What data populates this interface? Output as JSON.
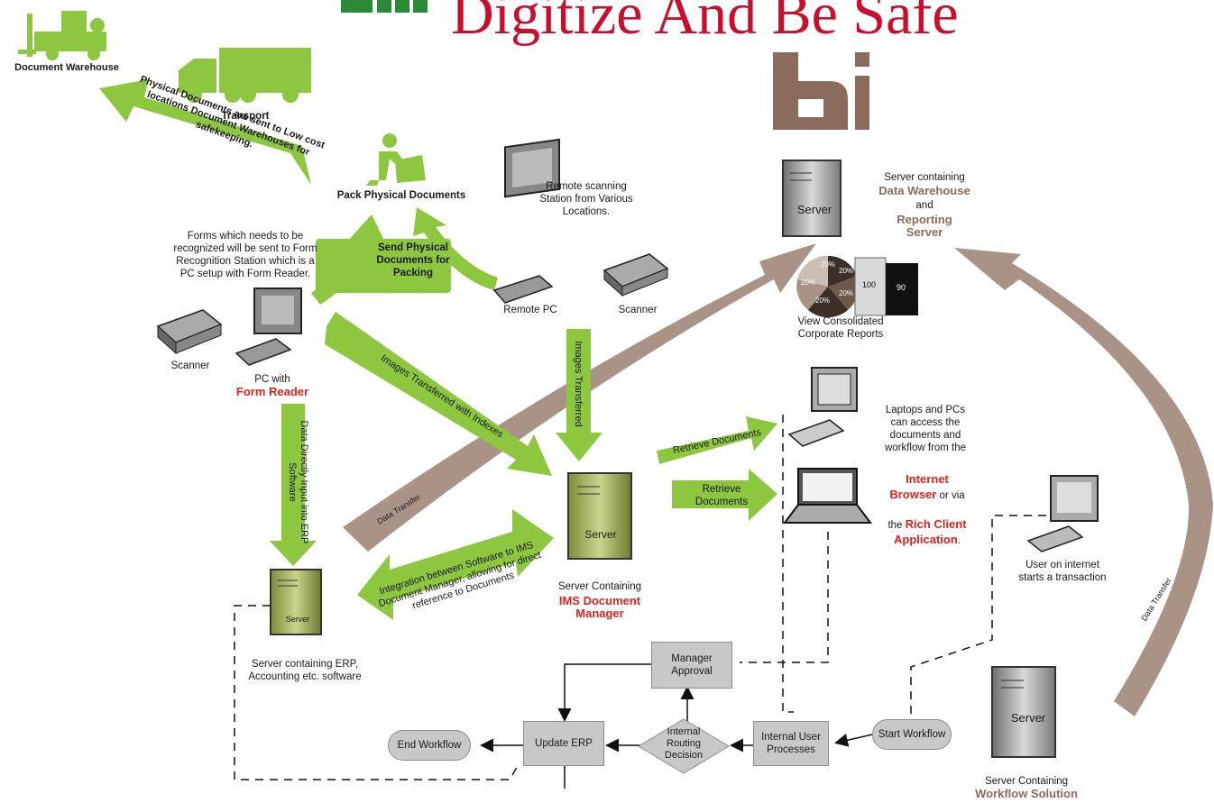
{
  "header": {
    "tagline": "Digitize And Be Safe",
    "brand_mark": "bi"
  },
  "colors": {
    "green_arrow": "#8dc63f",
    "brown_arrow": "#a89386",
    "brand_red": "#c8102e",
    "accent_red": "#e0231d",
    "logo_brown": "#8b6b5b"
  },
  "nodes": {
    "document_warehouse": "Document Warehouse",
    "transport": "Transport",
    "pack_documents": "Pack Physical Documents",
    "remote_station": "Remote scanning\nStation from Various\nLocations.",
    "remote_pc": "Remote PC",
    "scanner_remote": "Scanner",
    "scanner_local": "Scanner",
    "pc_form_reader_line1": "PC with",
    "pc_form_reader_line2": "Form Reader",
    "forms_note": "Forms which needs to be\nrecognized will be sent to Form\nRecognition Station which is a\nPC setup with Form Reader.",
    "server_text": "Server",
    "dw_server_line1": "Server containing",
    "dw_server_line2": "Data Warehouse",
    "dw_server_line3": "and",
    "dw_server_line4": "Reporting\nServer",
    "reports_caption": "View Consolidated\nCorporate Reports",
    "pie_labels": [
      "20%",
      "20%",
      "20%",
      "20%",
      "20%"
    ],
    "bar_values": [
      "100",
      "90"
    ],
    "laptops_line1": "Laptops and PCs\ncan access the\ndocuments and\nworkflow from the",
    "laptops_internet": "Internet\nBrowser",
    "laptops_or": " or via",
    "laptops_the": "the ",
    "laptops_rich": "Rich Client\nApplication",
    "laptops_dot": ".",
    "ims_line1": "Server Containing",
    "ims_line2": "IMS Document\nManager",
    "erp_server": "Server containing ERP,\nAccounting etc. software",
    "user_internet": "User on internet\nstarts a transaction",
    "workflow_server_line1": "Server Containing",
    "workflow_server_line2": "Workflow Solution"
  },
  "arrows": {
    "physical_docs": "Physical Documents are sent to Low cost\nlocations Document Warehouses for\nsafekeeping.",
    "send_physical": "Send Physical\nDocuments for\nPacking",
    "images_indexes": "Images Transferred with Indexes",
    "images_transferred": "Images Transferred",
    "data_direct": "Data Directly Input into ERP\nSoftware",
    "data_transfer_left": "Data Transfer",
    "data_transfer_right": "Data Transfer",
    "integration": "Integration between Software to IMS\nDocument Manager, allowing for direct\nreference to Documents",
    "retrieve_1": "Retrieve Documents",
    "retrieve_2": "Retrieve\nDocuments"
  },
  "workflow": {
    "start": "Start Workflow",
    "internal_user": "Internal User\nProcesses",
    "routing": "Internal\nRouting\nDecision",
    "manager": "Manager\nApproval",
    "update_erp": "Update ERP",
    "end": "End Workflow"
  }
}
